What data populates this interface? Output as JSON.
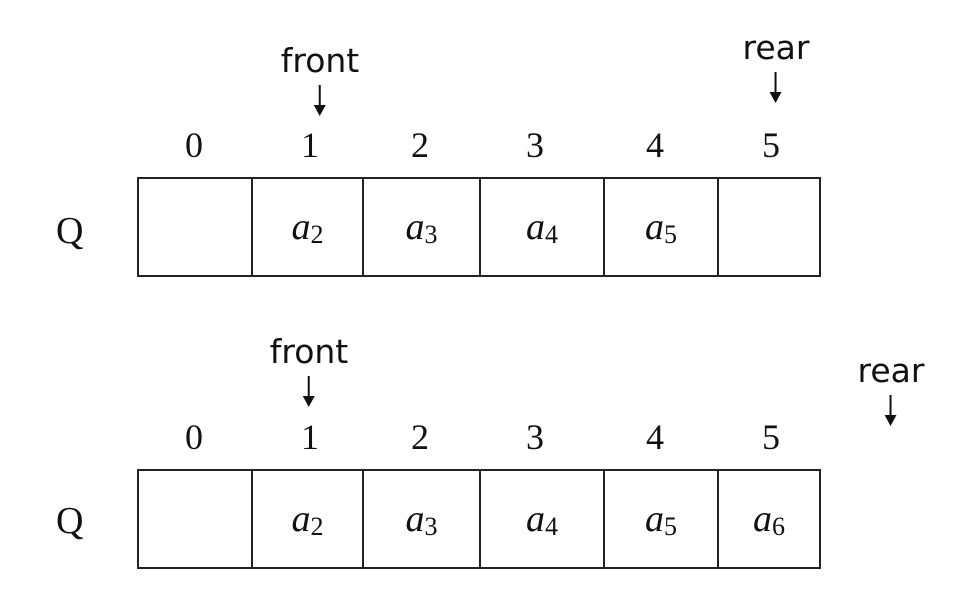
{
  "queues": [
    {
      "name": "Q",
      "indices": [
        "0",
        "1",
        "2",
        "3",
        "4",
        "5"
      ],
      "cells": [
        {
          "var": "",
          "sub": ""
        },
        {
          "var": "a",
          "sub": "2"
        },
        {
          "var": "a",
          "sub": "3"
        },
        {
          "var": "a",
          "sub": "4"
        },
        {
          "var": "a",
          "sub": "5"
        },
        {
          "var": "",
          "sub": ""
        }
      ],
      "front_label": "front",
      "rear_label": "rear"
    },
    {
      "name": "Q",
      "indices": [
        "0",
        "1",
        "2",
        "3",
        "4",
        "5"
      ],
      "cells": [
        {
          "var": "",
          "sub": ""
        },
        {
          "var": "a",
          "sub": "2"
        },
        {
          "var": "a",
          "sub": "3"
        },
        {
          "var": "a",
          "sub": "4"
        },
        {
          "var": "a",
          "sub": "5"
        },
        {
          "var": "a",
          "sub": "6"
        }
      ],
      "front_label": "front",
      "rear_label": "rear"
    }
  ]
}
